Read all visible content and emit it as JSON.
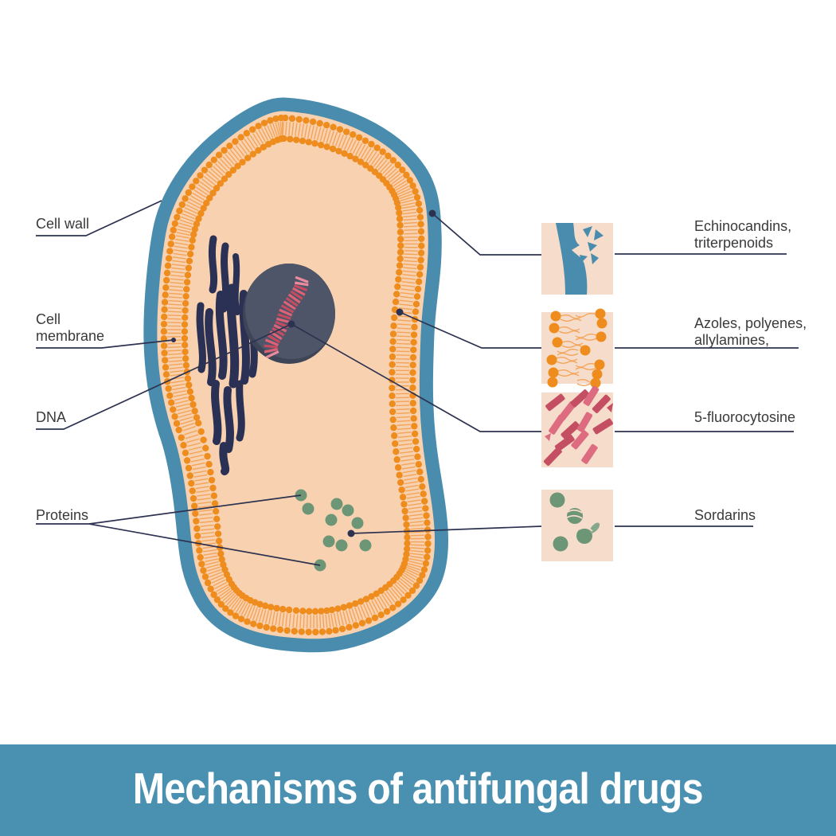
{
  "banner": {
    "text": "Mechanisms of antifungal drugs"
  },
  "cell_structures": [
    {
      "label": "Cell wall"
    },
    {
      "label": "Cell membrane"
    },
    {
      "label": "DNA"
    },
    {
      "label": "Proteins"
    }
  ],
  "antifungal_drugs": [
    {
      "label": "Echinocandins, triterpenoids",
      "targets": "Cell wall"
    },
    {
      "label": "Azoles, polyenes, allylamines,",
      "targets": "Cell membrane"
    },
    {
      "label": "5-fluorocytosine",
      "targets": "DNA"
    },
    {
      "label": "Sordarins",
      "targets": "Proteins"
    }
  ],
  "colors": {
    "cell_wall_blue": "#4a8cad",
    "membrane_head_orange": "#ef8c1e",
    "membrane_tail_orange": "#f3a459",
    "cytoplasm_peach": "#f8d2b0",
    "nucleus_slate": "#4e5569",
    "nucleus_rim": "#3d4557",
    "dna_red": "#cf4f64",
    "er_navy": "#2b3154",
    "protein_green": "#6d9677",
    "panel_background": "#f6dcca",
    "pointer_line_navy": "#2d3250",
    "banner_blue": "#4a90b1",
    "label_text": "#3a3a3a"
  }
}
